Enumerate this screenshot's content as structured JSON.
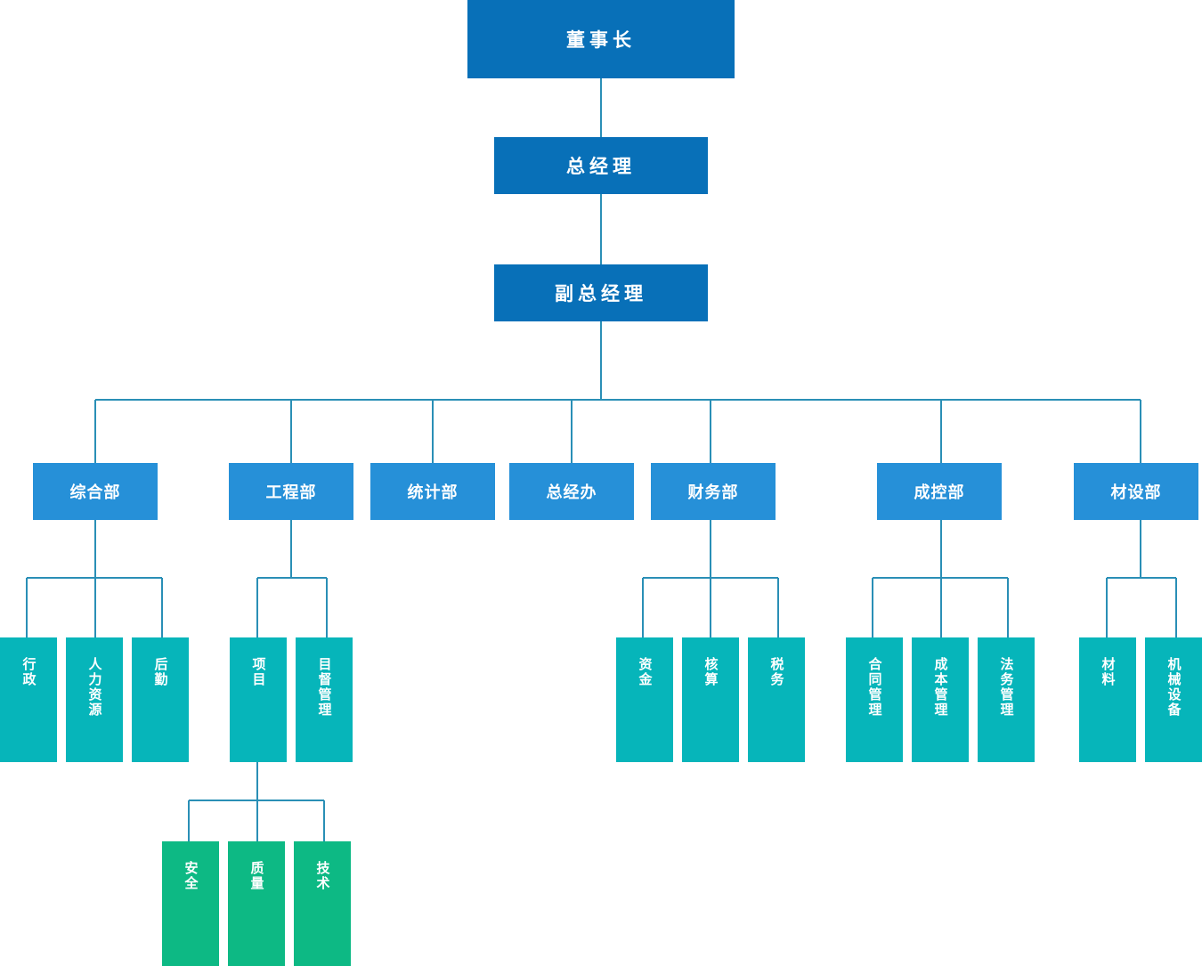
{
  "colors": {
    "line": "#2a8fb6",
    "top": "#0870b8",
    "dept": "#2690d8",
    "sub": "#06b5ba",
    "leaf": "#0db984"
  },
  "chairman": "董事长",
  "gm": "总经理",
  "deputy_gm": "副总经理",
  "departments": [
    {
      "name": "综合部",
      "subs": [
        "行政",
        "人力资源",
        "后勤"
      ]
    },
    {
      "name": "工程部",
      "subs": [
        "项目",
        "目督管理"
      ],
      "leaves": [
        "安全",
        "质量",
        "技术"
      ]
    },
    {
      "name": "统计部",
      "subs": []
    },
    {
      "name": "总经办",
      "subs": []
    },
    {
      "name": "财务部",
      "subs": [
        "资金",
        "核算",
        "税务"
      ]
    },
    {
      "name": "成控部",
      "subs": [
        "合同管理",
        "成本管理",
        "法务管理"
      ]
    },
    {
      "name": "材设部",
      "subs": [
        "材料",
        "机械设备"
      ]
    }
  ]
}
